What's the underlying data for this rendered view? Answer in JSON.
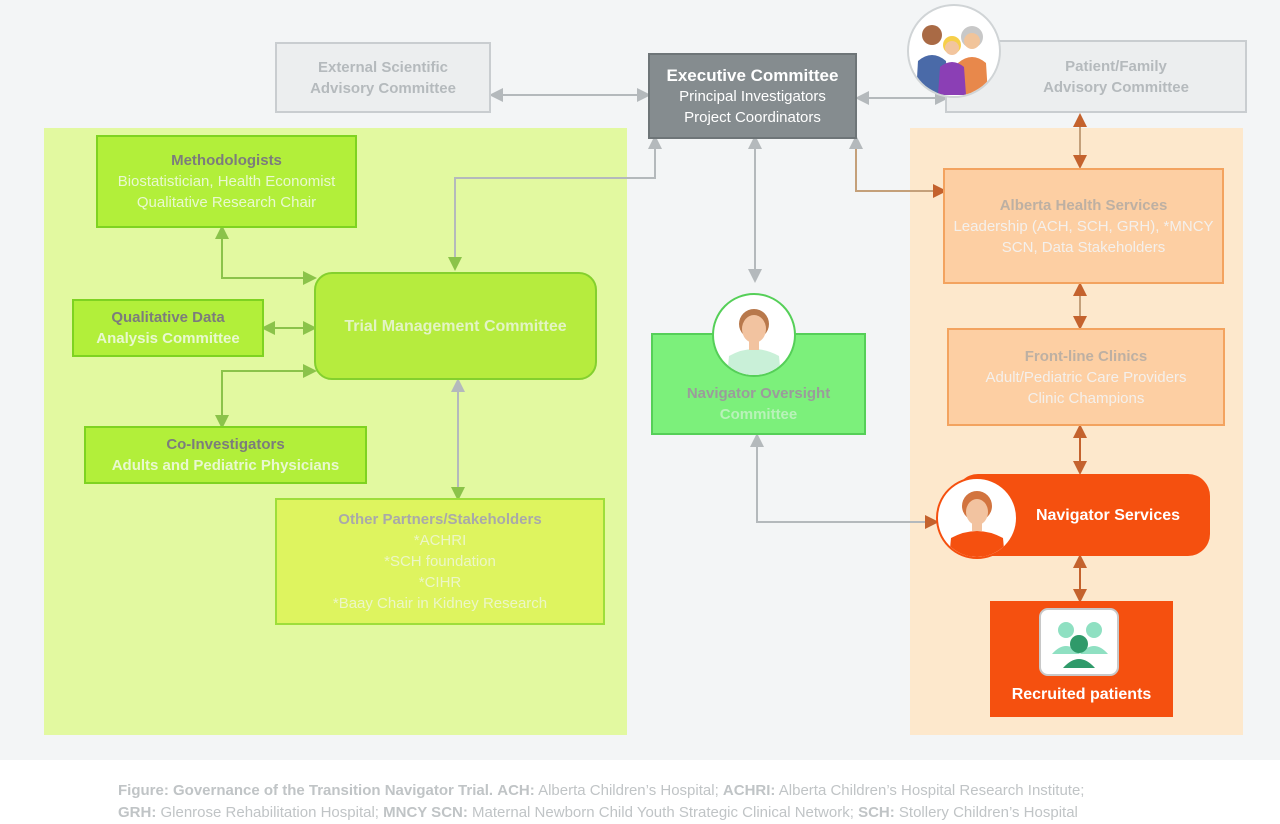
{
  "nodes": {
    "external_scientific": {
      "line1": "External Scientific",
      "line2": "Advisory Committee"
    },
    "executive": {
      "title": "Executive Committee",
      "line1": "Principal Investigators",
      "line2": "Project Coordinators"
    },
    "patient_family": {
      "line1": "Patient/Family",
      "line2": "Advisory Committee"
    },
    "methodologists": {
      "title": "Methodologists",
      "line1": "Biostatistician, Health Economist",
      "line2": "Qualitative Research Chair"
    },
    "qualitative": {
      "line1": "Qualitative Data",
      "line2": "Analysis Committee"
    },
    "trial_management": {
      "title": "Trial Management Committee"
    },
    "co_investigators": {
      "title": "Co-Investigators",
      "line1": "Adults and Pediatric Physicians"
    },
    "other_partners": {
      "title": "Other Partners/Stakeholders",
      "items": [
        "*ACHRI",
        "*SCH foundation",
        "*CIHR",
        "*Baay Chair in Kidney Research"
      ]
    },
    "navigator_oversight": {
      "line1": "Navigator Oversight",
      "line2": "Committee"
    },
    "ahs": {
      "title": "Alberta Health Services",
      "line1": "Leadership (ACH, SCH, GRH), *MNCY",
      "line2": "SCN, Data Stakeholders"
    },
    "frontline": {
      "title": "Front-line Clinics",
      "line1": "Adult/Pediatric Care Providers",
      "line2": "Clinic Champions"
    },
    "navigator_services": {
      "title": "Navigator Services"
    },
    "recruited": {
      "title": "Recruited patients"
    }
  },
  "caption": {
    "lead": "Figure: Governance of the Transition Navigator Trial.",
    "abbrs": [
      {
        "abbr": "ACH:",
        "text": "Alberta Children’s Hospital;"
      },
      {
        "abbr": "ACHRI:",
        "text": "Alberta Children’s Hospital Research Institute;"
      },
      {
        "abbr": "GRH:",
        "text": "Glenrose Rehabilitation Hospital;"
      },
      {
        "abbr": "MNCY SCN:",
        "text": "Maternal Newborn Child Youth Strategic Clinical Network;"
      },
      {
        "abbr": "SCH:",
        "text": "Stollery Children’s Hospital"
      }
    ]
  },
  "colors": {
    "left_region": "#e2f9a0",
    "right_region": "#fde8cc",
    "executive": "#858c8f",
    "navigator_orange": "#f5500f",
    "connector_grey": "#b4b9bc",
    "connector_green": "#8bc34a",
    "connector_orange": "#c4622d"
  },
  "icons": [
    "family-group-icon",
    "navigator-person-icon",
    "navigator-woman-icon",
    "patients-group-icon"
  ]
}
